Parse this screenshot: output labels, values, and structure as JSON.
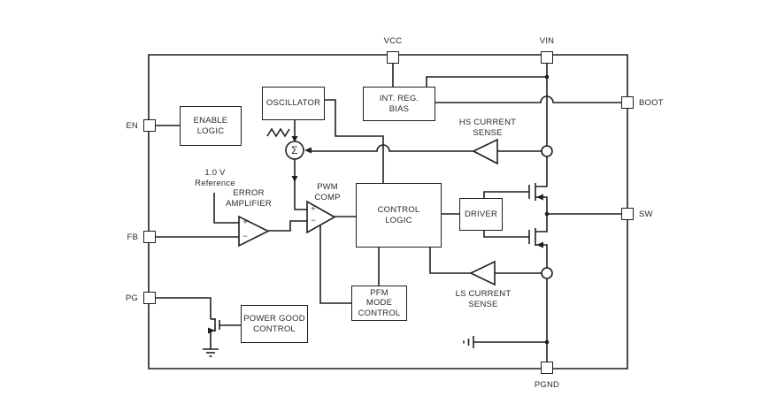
{
  "diagram": {
    "pins": {
      "vcc": "VCC",
      "vin": "VIN",
      "boot": "BOOT",
      "sw": "SW",
      "pgnd": "PGND",
      "en": "EN",
      "fb": "FB",
      "pg": "PG"
    },
    "blocks": {
      "enable_logic": "ENABLE\nLOGIC",
      "oscillator": "OSCILLATOR",
      "int_reg_bias": "INT. REG.\nBIAS",
      "control_logic": "CONTROL\nLOGIC",
      "driver": "DRIVER",
      "pfm_mode_control": "PFM\nMODE\nCONTROL",
      "power_good_control": "POWER GOOD\nCONTROL"
    },
    "labels": {
      "error_amplifier": "ERROR\nAMPLIFIER",
      "pwm_comp": "PWM\nCOMP",
      "hs_current_sense": "HS CURRENT\nSENSE",
      "ls_current_sense": "LS CURRENT\nSENSE",
      "reference": "1.0 V\nReference",
      "sigma": "Σ",
      "plus": "+",
      "minus": "−"
    },
    "colors": {
      "line": "#1f1f1f",
      "background": "#ffffff"
    }
  }
}
